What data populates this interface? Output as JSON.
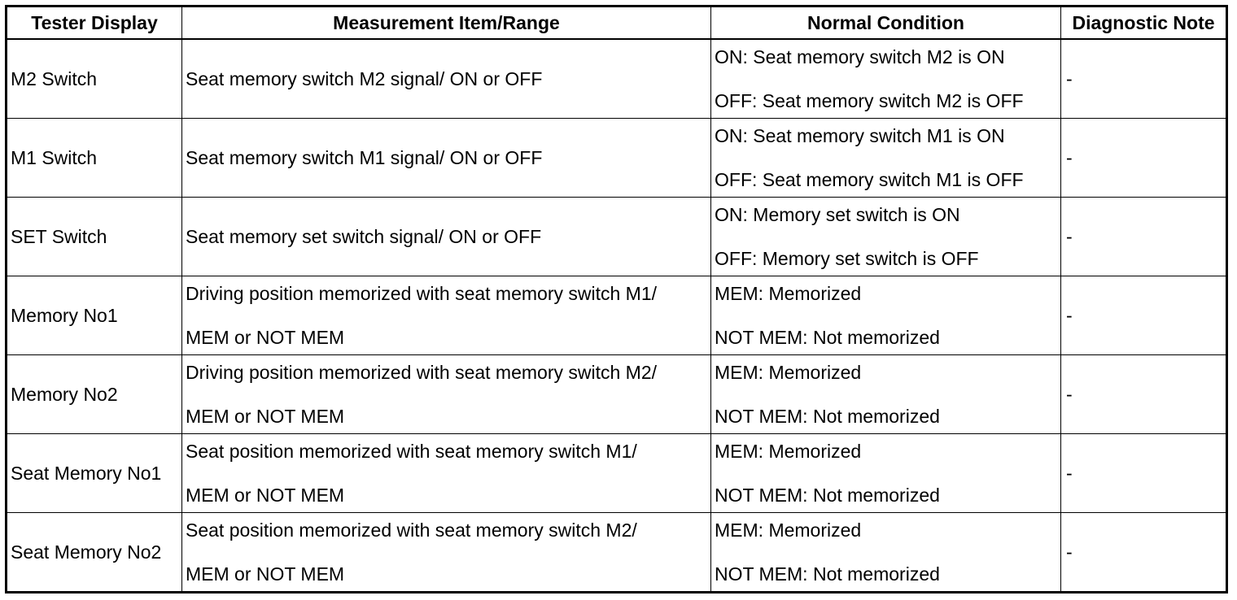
{
  "table": {
    "headers": [
      "Tester Display",
      "Measurement Item/Range",
      "Normal Condition",
      "Diagnostic Note"
    ],
    "rows": [
      {
        "display": "M2 Switch",
        "measurement": [
          "Seat memory switch M2 signal/ ON or OFF"
        ],
        "condition": [
          "ON: Seat memory switch M2 is ON",
          "OFF: Seat memory switch M2 is OFF"
        ],
        "note": "-"
      },
      {
        "display": "M1 Switch",
        "measurement": [
          "Seat memory switch M1 signal/ ON or OFF"
        ],
        "condition": [
          "ON: Seat memory switch M1 is ON",
          "OFF: Seat memory switch M1 is OFF"
        ],
        "note": "-"
      },
      {
        "display": "SET Switch",
        "measurement": [
          "Seat memory set switch signal/ ON or OFF"
        ],
        "condition": [
          "ON: Memory set switch is ON",
          "OFF: Memory set switch is OFF"
        ],
        "note": "-"
      },
      {
        "display": "Memory No1",
        "measurement": [
          "Driving position memorized with seat memory switch M1/",
          "MEM or NOT MEM"
        ],
        "condition": [
          "MEM: Memorized",
          "NOT MEM: Not memorized"
        ],
        "note": "-"
      },
      {
        "display": "Memory No2",
        "measurement": [
          "Driving position memorized with seat memory switch M2/",
          "MEM or NOT MEM"
        ],
        "condition": [
          "MEM: Memorized",
          "NOT MEM: Not memorized"
        ],
        "note": "-"
      },
      {
        "display": "Seat Memory No1",
        "measurement": [
          "Seat position memorized with seat memory switch M1/",
          "MEM or NOT MEM"
        ],
        "condition": [
          "MEM: Memorized",
          "NOT MEM: Not memorized"
        ],
        "note": "-"
      },
      {
        "display": "Seat Memory No2",
        "measurement": [
          "Seat position memorized with seat memory switch M2/",
          "MEM or NOT MEM"
        ],
        "condition": [
          "MEM: Memorized",
          "NOT MEM: Not memorized"
        ],
        "note": "-"
      }
    ]
  }
}
